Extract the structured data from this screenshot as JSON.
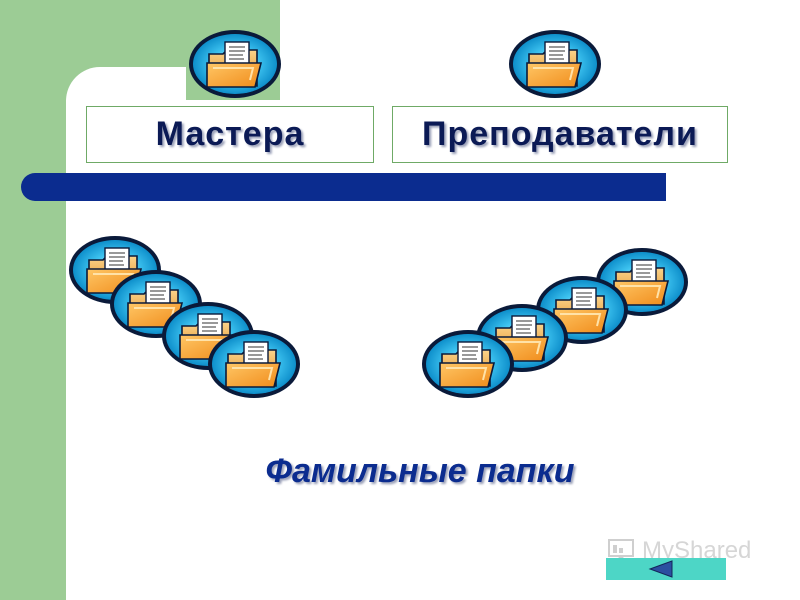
{
  "labels": {
    "left": "Мастера",
    "right": "Преподаватели"
  },
  "caption": "Фамильные папки",
  "watermark": {
    "text": "MyShared"
  },
  "icons": {
    "folder": "folder-disc-icon",
    "back": "back-arrow-icon",
    "presentation": "presentation-board-icon"
  },
  "colors": {
    "accent_green": "#9ccc95",
    "bar_blue": "#0b2c8f",
    "title_navy": "#0b1a55",
    "folder_orange": "#f7a238",
    "disc_cyan": "#19a9e0",
    "nav_teal": "#4dd6c6"
  }
}
